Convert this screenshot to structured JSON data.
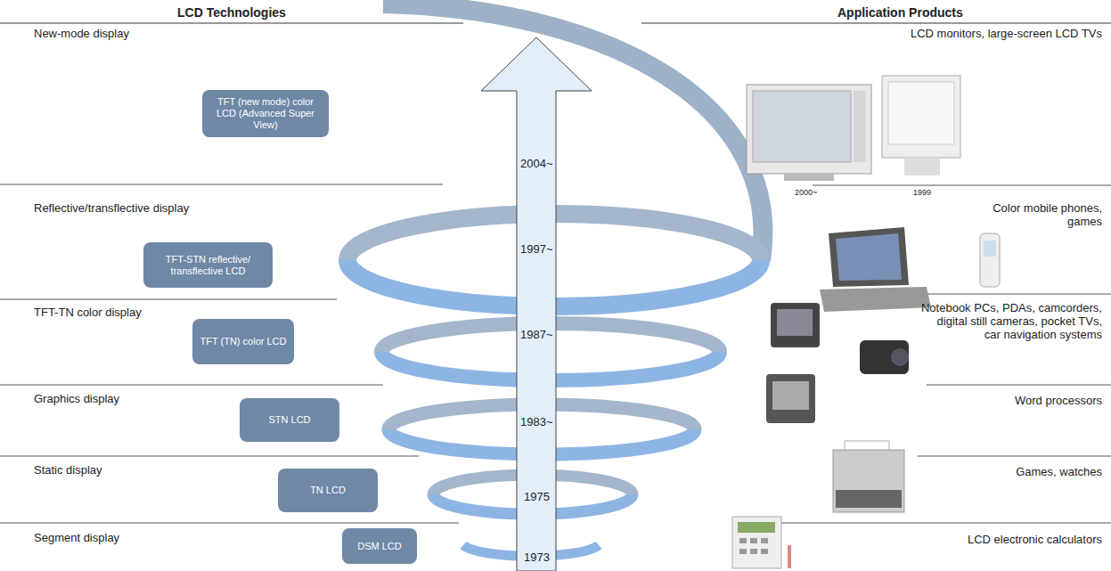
{
  "diagram": {
    "nodes": [
      {
        "text": [
          "TFT (new mode) color LCD (Advanced Super View)"
        ]
      },
      {
        "text": [
          "TFT-STN reflective/ transflective LCD"
        ]
      },
      {
        "text": [
          "TFT (TN) color LCD"
        ]
      },
      {
        "text": [
          "STN LCD"
        ]
      },
      {
        "text": [
          "TN LCD"
        ]
      },
      {
        "text": [
          "DSM LCD"
        ]
      }
    ],
    "labels": [
      "LCD Technologies",
      "Application Products",
      "New-mode display",
      "Reflective/transflective display",
      "TFT-TN color display",
      "Graphics display",
      "Static display",
      "Segment display",
      "2004~",
      "1997~",
      "1987~",
      "1983~",
      "1975",
      "1973",
      "LCD monitors, large-screen LCD TVs",
      "2000~",
      "1999",
      "Color mobile phones, games",
      "Notebook PCs, PDAs, camcorders, digital still cameras, pocket TVs, car navigation systems",
      "Word processors",
      "Games, watches",
      "LCD electronic calculators"
    ]
  }
}
